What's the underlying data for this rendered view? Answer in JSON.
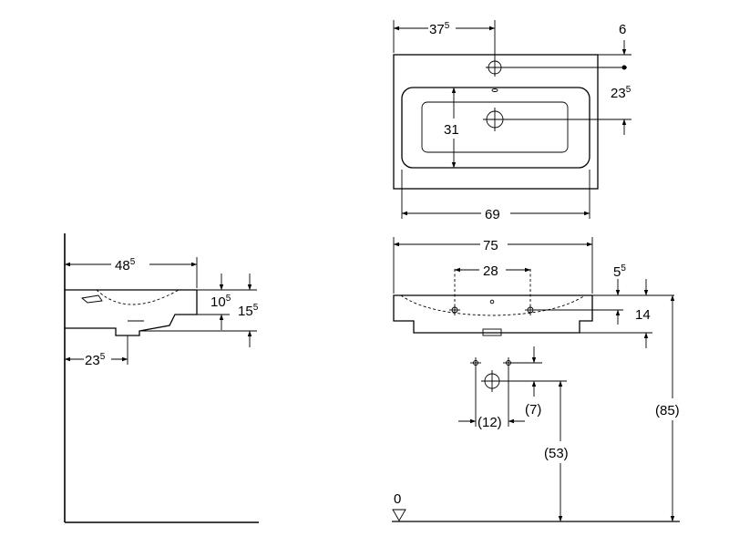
{
  "dimensions": {
    "top_width_from_edge": {
      "main": "37",
      "sup": "5"
    },
    "top_edge_offset": "6",
    "tap_hole_to_bowl": {
      "main": "23",
      "sup": "5"
    },
    "bowl_depth": "31",
    "bowl_width": "69",
    "overall_width": "75",
    "drain_spacing": "28",
    "rim_to_drain": {
      "main": "5",
      "sup": "5"
    },
    "drain_height": "14",
    "side_depth": {
      "main": "48",
      "sup": "5"
    },
    "side_rim_height": {
      "main": "10",
      "sup": "5"
    },
    "side_total_height": {
      "main": "15",
      "sup": "5"
    },
    "side_waste_offset": {
      "main": "23",
      "sup": "5"
    },
    "waste_spacing": "(12)",
    "waste_height_offset": "(7)",
    "waste_outlet_height": "(53)",
    "overall_height": "(85)",
    "floor_level": "0"
  }
}
